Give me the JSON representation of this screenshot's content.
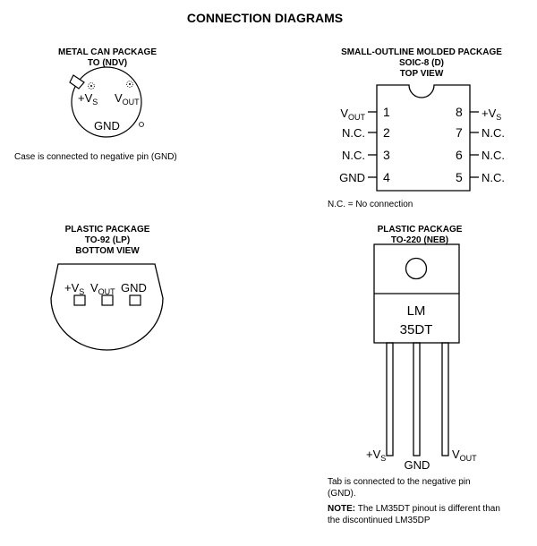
{
  "title": "CONNECTION DIAGRAMS",
  "metal_can": {
    "header1": "METAL CAN PACKAGE",
    "header2": "TO (NDV)",
    "pin_vs": "+V",
    "pin_vs_sub": "S",
    "pin_vout": "V",
    "pin_vout_sub": "OUT",
    "pin_gnd": "GND",
    "note": "Case is connected to negative pin (GND)"
  },
  "soic": {
    "header1": "SMALL-OUTLINE MOLDED PACKAGE",
    "header2": "SOIC-8 (D)",
    "header3": "TOP VIEW",
    "left_pins": [
      {
        "num": "1",
        "label": "V",
        "sub": "OUT"
      },
      {
        "num": "2",
        "label": "N.C.",
        "sub": ""
      },
      {
        "num": "3",
        "label": "N.C.",
        "sub": ""
      },
      {
        "num": "4",
        "label": "GND",
        "sub": ""
      }
    ],
    "right_pins": [
      {
        "num": "8",
        "label": "+V",
        "sub": "S"
      },
      {
        "num": "7",
        "label": "N.C.",
        "sub": ""
      },
      {
        "num": "6",
        "label": "N.C.",
        "sub": ""
      },
      {
        "num": "5",
        "label": "N.C.",
        "sub": ""
      }
    ],
    "note": "N.C. = No connection"
  },
  "to92": {
    "header1": "PLASTIC PACKAGE",
    "header2": "TO-92 (LP)",
    "header3": "BOTTOM VIEW",
    "pin_vs": "+V",
    "pin_vs_sub": "S",
    "pin_vout": "V",
    "pin_vout_sub": "OUT",
    "pin_gnd": "GND"
  },
  "to220": {
    "header1": "PLASTIC PACKAGE",
    "header2": "TO-220 (NEB)",
    "label1": "LM",
    "label2": "35DT",
    "pin_vs": "+V",
    "pin_vs_sub": "S",
    "pin_gnd": "GND",
    "pin_vout": "V",
    "pin_vout_sub": "OUT",
    "note1": "Tab is connected to the negative pin",
    "note2": "(GND).",
    "note_bold": "NOTE:",
    "note3": " The LM35DT pinout is different than",
    "note4": "the discontinued LM35DP"
  }
}
